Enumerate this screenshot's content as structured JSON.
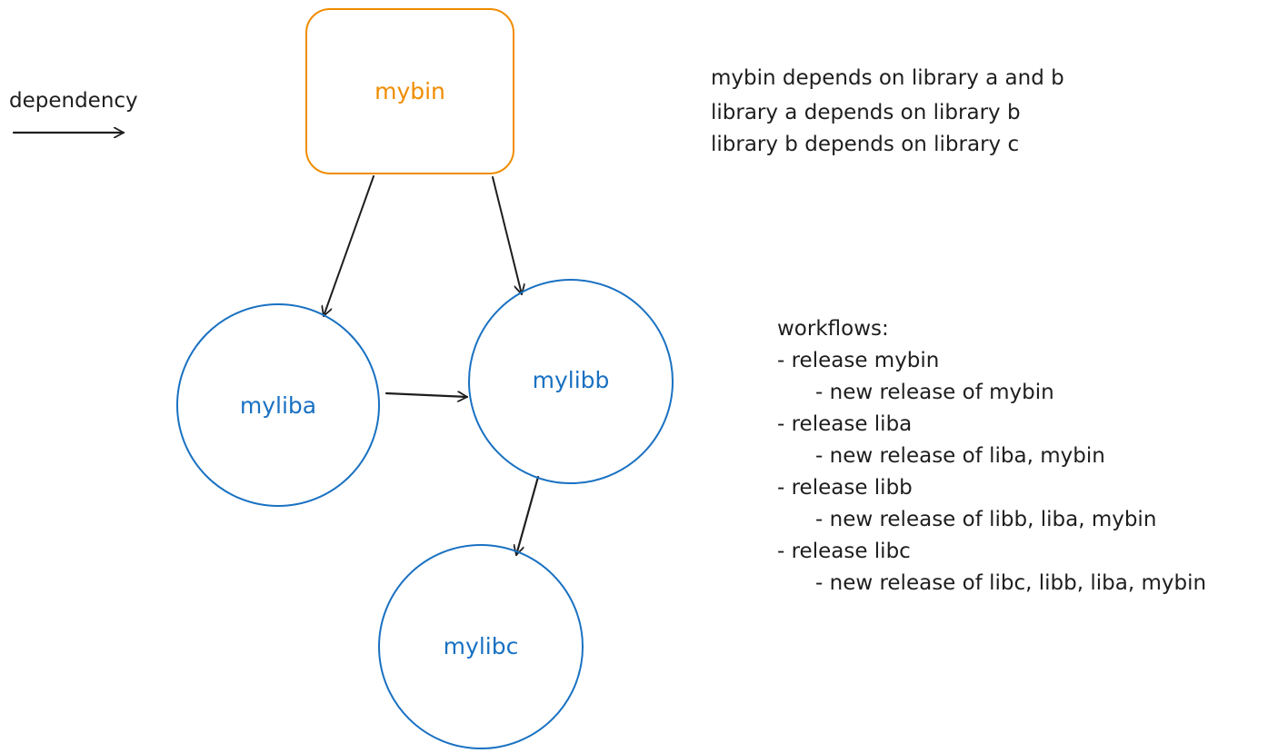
{
  "colors": {
    "ink": "#1e1e1e",
    "bin": "#f08c00",
    "lib": "#1971c2",
    "background": "#ffffff"
  },
  "legend": {
    "label": "dependency"
  },
  "nodes": {
    "mybin": {
      "label": "mybin",
      "shape": "rounded-rectangle"
    },
    "myliba": {
      "label": "myliba",
      "shape": "circle"
    },
    "mylibb": {
      "label": "mylibb",
      "shape": "circle"
    },
    "mylibc": {
      "label": "mylibc",
      "shape": "circle"
    }
  },
  "edges": [
    {
      "from": "mybin",
      "to": "myliba"
    },
    {
      "from": "mybin",
      "to": "mylibb"
    },
    {
      "from": "myliba",
      "to": "mylibb"
    },
    {
      "from": "mylibb",
      "to": "mylibc"
    }
  ],
  "description": {
    "lines": [
      "mybin depends on library a and b",
      "library a depends on library b",
      "library b depends on library c"
    ]
  },
  "workflows": {
    "title": "workflows:",
    "items": [
      {
        "name": "- release mybin",
        "result": "- new release of mybin"
      },
      {
        "name": "- release liba",
        "result": "- new release of liba, mybin"
      },
      {
        "name": "- release libb",
        "result": "- new release of libb, liba, mybin"
      },
      {
        "name": "- release libc",
        "result": "- new release of libc, libb, liba, mybin"
      }
    ]
  }
}
